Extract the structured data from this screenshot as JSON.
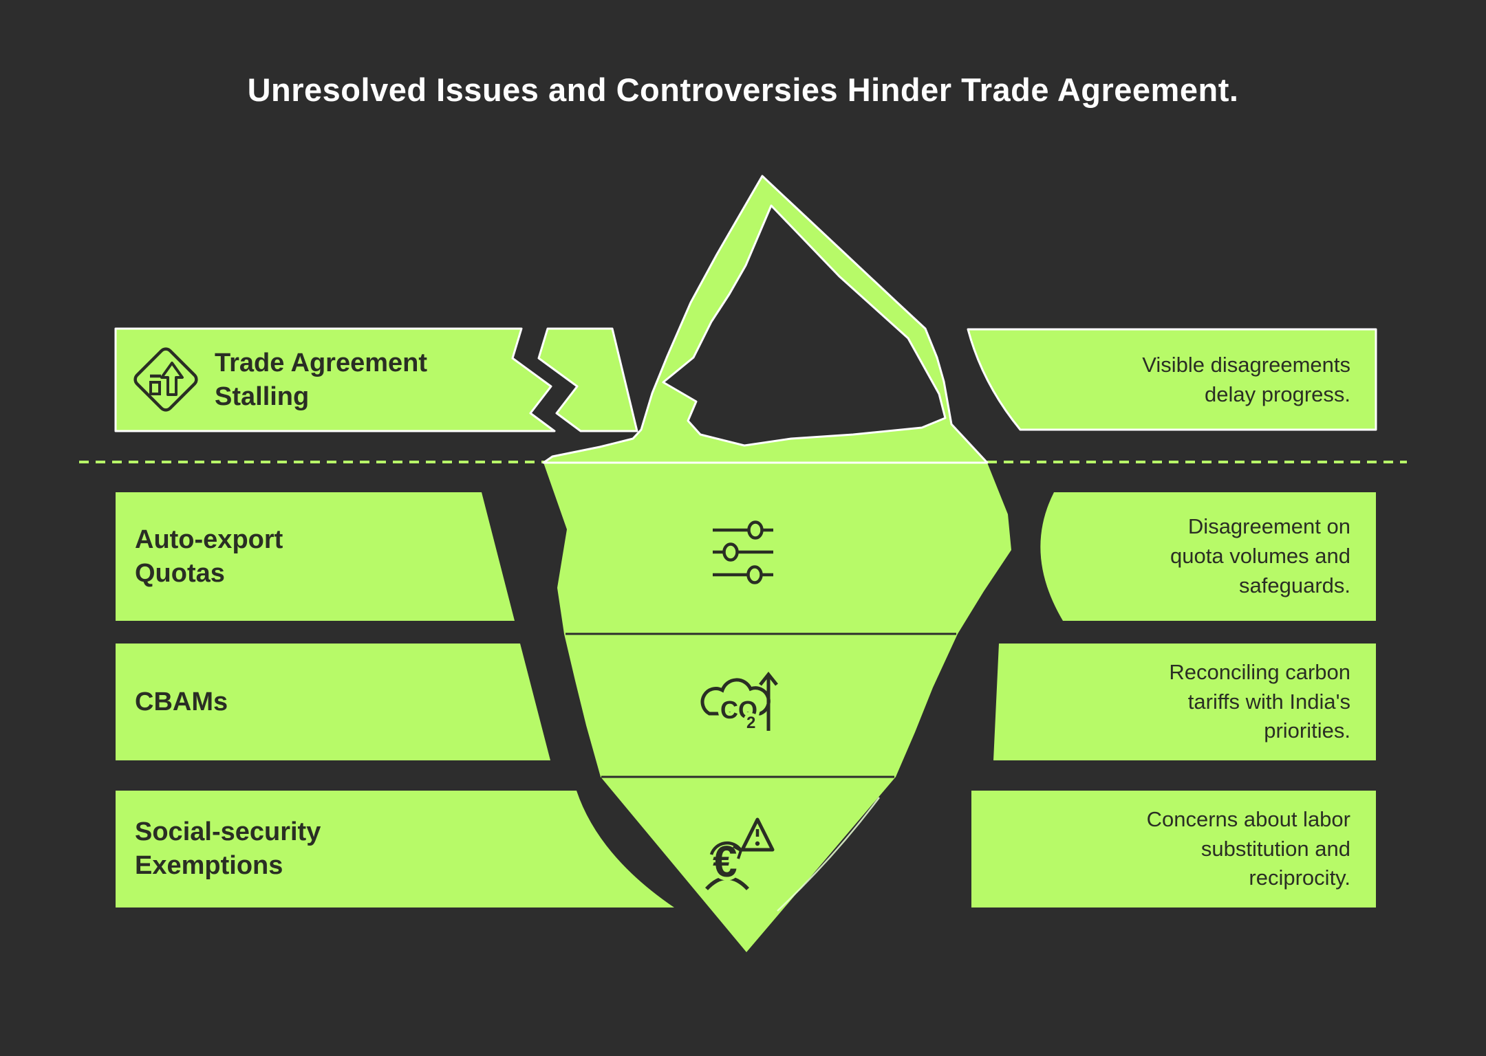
{
  "title": "Unresolved Issues and Controversies Hinder Trade Agreement.",
  "colors": {
    "background": "#2d2d2d",
    "iceberg_green": "#b7fa68",
    "ink": "#2a2e24",
    "outline_white": "#ffffff"
  },
  "above_water": {
    "left_label": "Trade Agreement Stalling",
    "right_note": "Visible disagreements delay progress.",
    "icon": "road-sign-merge-icon"
  },
  "below_water": [
    {
      "left_label": "Auto-export Quotas",
      "right_note": "Disagreement on quota volumes and safeguards.",
      "icon": "sliders-icon"
    },
    {
      "left_label": "CBAMs",
      "right_note": "Reconciling carbon tariffs with India's priorities.",
      "icon": "co2-rise-icon",
      "icon_text": "CO",
      "icon_sub": "2"
    },
    {
      "left_label": "Social-security Exemptions",
      "right_note": "Concerns about labor substitution and reciprocity.",
      "icon": "euro-person-warning-icon",
      "icon_symbol": "€"
    }
  ]
}
